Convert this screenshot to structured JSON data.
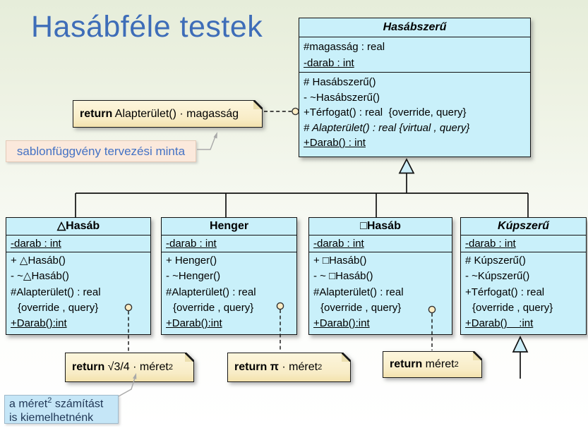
{
  "slide": {
    "title": "Hasábféle testek"
  },
  "colors": {
    "accent_blue": "#4472c4",
    "class_fill": "#c9f0fa",
    "note_fill": "#f9edc9",
    "pattern_label_fill": "#fbe9dc",
    "refactor_label_fill": "#c5e6f7",
    "background_top": "#e6edda",
    "background_bottom": "#ffffff"
  },
  "classes": [
    {
      "name": "Hasábszerű",
      "attributes": [
        {
          "text": "#magasság : real"
        },
        {
          "text": "-darab : int"
        }
      ],
      "methods": [
        {
          "text": "# Hasábszerű()"
        },
        {
          "text": "- ~Hasábszerű()"
        },
        {
          "text": "+Térfogat() : real  {override, query}"
        },
        {
          "text": "# Alapterület() : real {virtual , query}"
        },
        {
          "text": "+Darab() : int"
        }
      ]
    },
    {
      "name": "△Hasáb",
      "attributes": [
        {
          "text": "-darab : int"
        }
      ],
      "methods": [
        {
          "text": "+ △Hasáb()"
        },
        {
          "text": "- ~△Hasáb()"
        },
        {
          "text": "#Alapterület() : real"
        },
        {
          "text": "{override , query}"
        },
        {
          "text": "+Darab():int"
        }
      ]
    },
    {
      "name": "Henger",
      "attributes": [
        {
          "text": "-darab : int"
        }
      ],
      "methods": [
        {
          "text": "+ Henger()"
        },
        {
          "text": "- ~Henger()"
        },
        {
          "text": "#Alapterület() : real"
        },
        {
          "text": "{override , query}"
        },
        {
          "text": "+Darab():int"
        }
      ]
    },
    {
      "name": "□Hasáb",
      "attributes": [
        {
          "text": "-darab : int"
        }
      ],
      "methods": [
        {
          "text": "+ □Hasáb()"
        },
        {
          "text": "- ~ □Hasáb()"
        },
        {
          "text": "#Alapterület() : real"
        },
        {
          "text": "{override , query}"
        },
        {
          "text": "+Darab():int"
        }
      ]
    },
    {
      "name": "Kúpszerű",
      "attributes": [
        {
          "text": "-darab : int"
        }
      ],
      "methods": [
        {
          "text": "# Kúpszerű()"
        },
        {
          "text": "- ~Kúpszerű()"
        },
        {
          "text": "+Térfogat() : real"
        },
        {
          "text": "{override , query}"
        },
        {
          "text": "+Darab()    :int"
        }
      ]
    }
  ],
  "notes": {
    "volume": {
      "keyword": "return",
      "text": " Alapterület() · magasság"
    },
    "triangle_area": {
      "keyword": "return",
      "text": " √3/4 · méret",
      "sup": "2"
    },
    "cylinder_area": {
      "keyword": "return",
      "pi": " π",
      "text": " · méret",
      "sup": "2"
    },
    "square_area": {
      "keyword": "return",
      "text": " méret",
      "sup": "2"
    }
  },
  "callouts": {
    "template_pattern": "sablonfüggvény tervezési minta",
    "refactor": {
      "line1_pre": "a méret",
      "line1_sup": "2",
      "line1_post": " számítást",
      "line2": "is kiemelhetnénk"
    }
  }
}
